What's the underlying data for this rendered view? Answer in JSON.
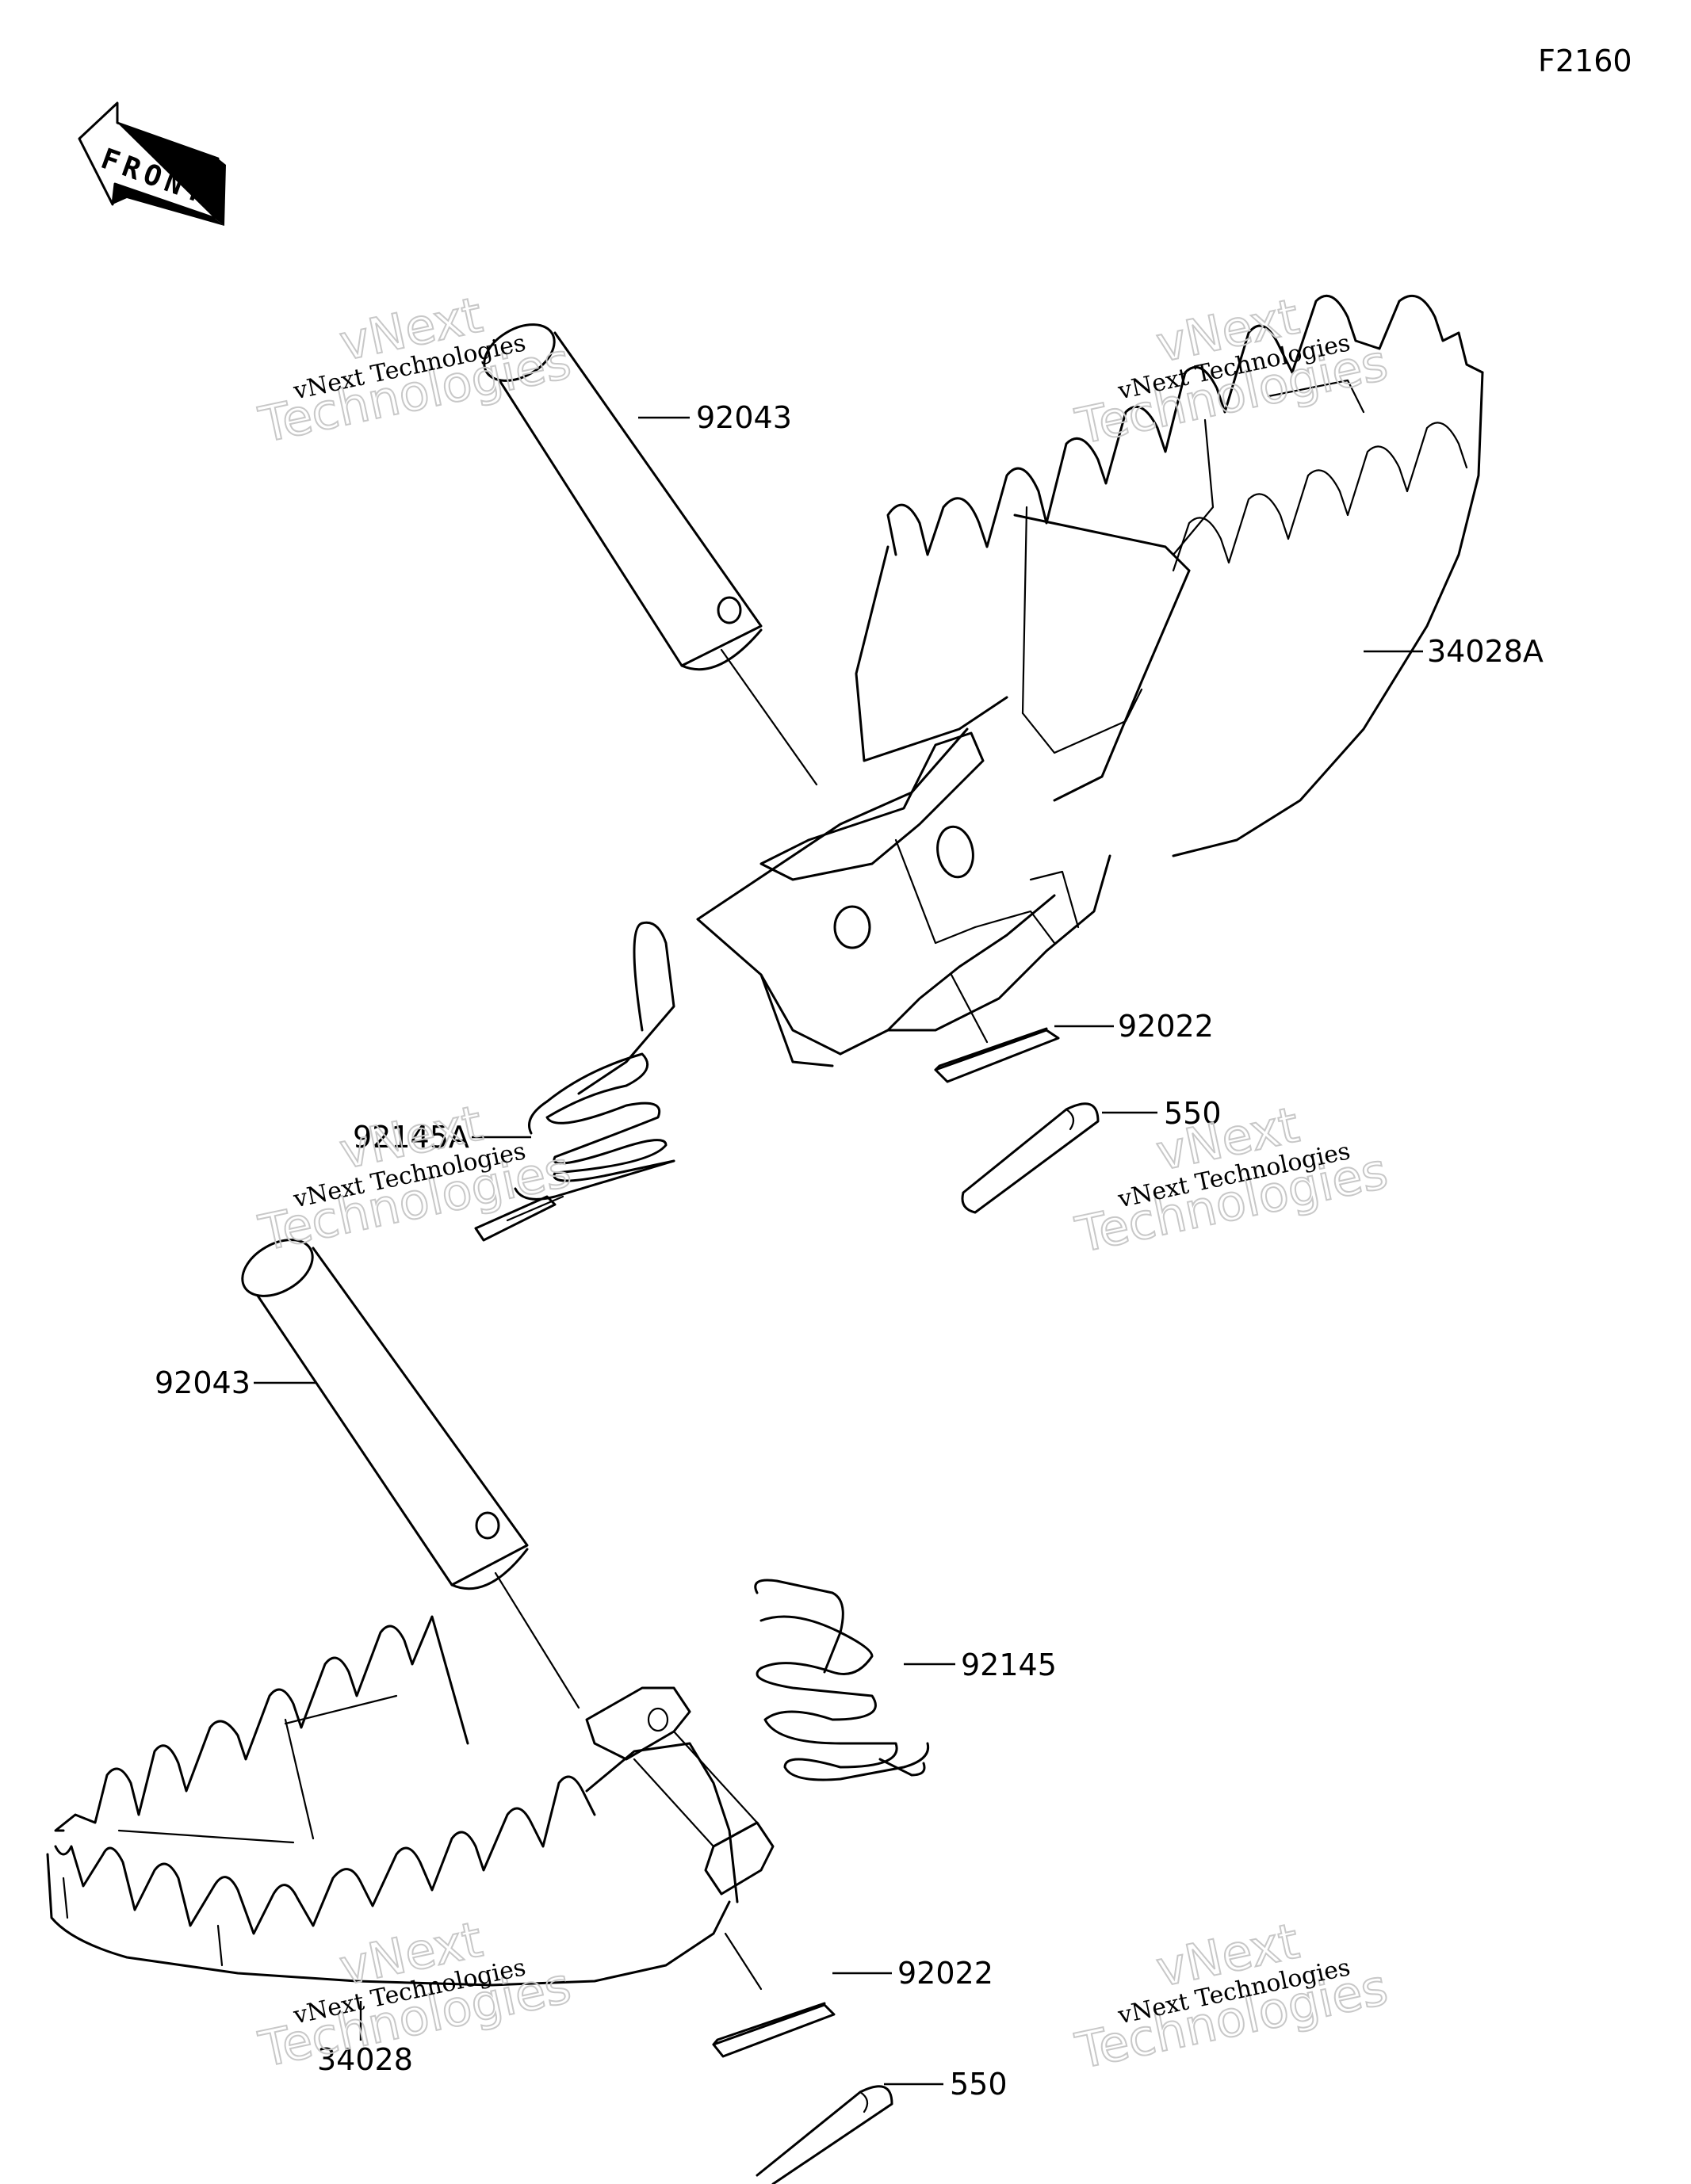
{
  "figure_code": "F2160",
  "front_label": "FRONT",
  "watermark": {
    "line1": "vNext Technologies",
    "big_line1": "vNext",
    "big_line2": "Technologies"
  },
  "callouts": {
    "pin_upper": "92043",
    "footpeg_right": "34028A",
    "washer_upper": "92022",
    "cotter_upper": "550",
    "spring_upper": "92145A",
    "pin_lower": "92043",
    "spring_lower": "92145",
    "washer_lower": "92022",
    "cotter_lower": "550",
    "footpeg_left": "34028"
  }
}
